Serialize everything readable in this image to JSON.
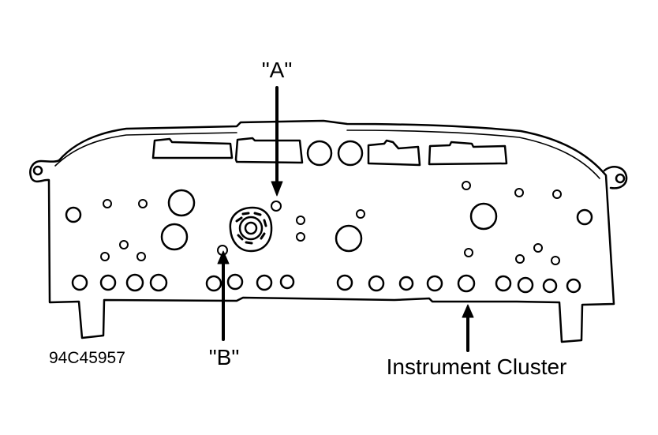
{
  "labels": {
    "callout_a": "\"A\"",
    "callout_b": "\"B\"",
    "component": "Instrument Cluster",
    "figure_id": "94C45957"
  },
  "colors": {
    "ink": "#000000",
    "paper": "#ffffff"
  }
}
